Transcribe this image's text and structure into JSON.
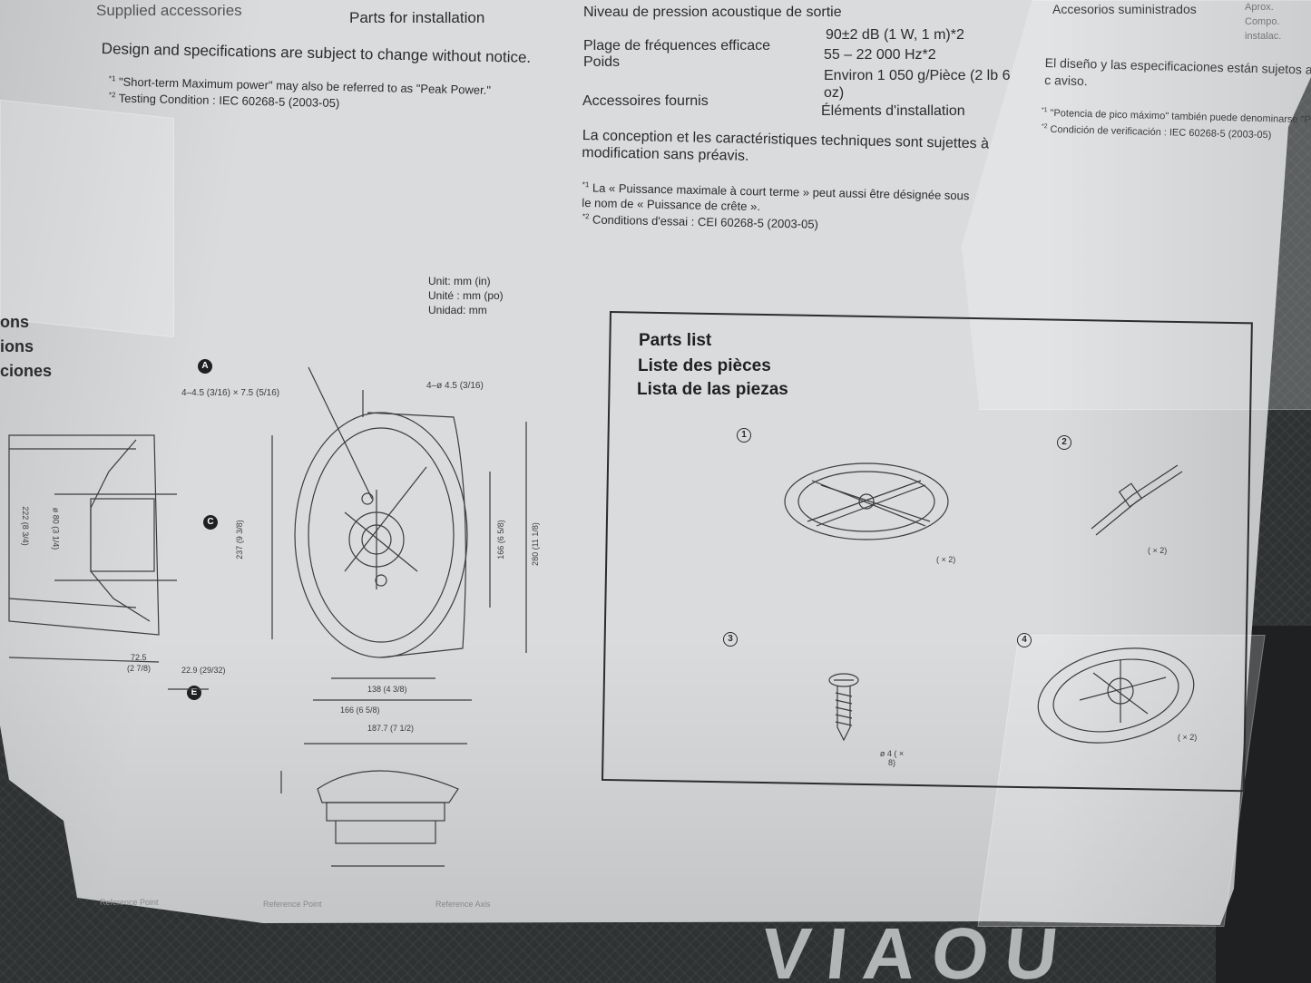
{
  "photo": {
    "subject": "Back of a speaker box with specifications and parts list",
    "floor_logo_text": "VIAOU"
  },
  "english": {
    "supplied_label": "Supplied accessories",
    "supplied_value": "Parts for installation",
    "change_notice": "Design and specifications are subject to change without notice.",
    "note1_mark": "*1",
    "note1": "\"Short-term Maximum power\" may also be referred to as \"Peak Power.\"",
    "note2_mark": "*2",
    "note2": "Testing Condition : IEC 60268-5 (2003-05)"
  },
  "french": {
    "spl_label": "Niveau de pression acoustique de sortie",
    "spl_value": "90±2 dB (1 W, 1 m)*2",
    "freq_label": "Plage de fréquences efficace",
    "freq_value": "55 – 22 000 Hz*2",
    "weight_label": "Poids",
    "weight_value": "Environ 1 050 g/Pièce (2 lb 6 oz)",
    "accessories_label": "Accessoires fournis",
    "accessories_value": "Éléments d'installation",
    "change_notice": "La conception et les caractéristiques techniques sont sujettes à modification sans préavis.",
    "note1_mark": "*1",
    "note1": "La « Puissance maximale à court terme » peut aussi être désignée sous le nom de « Puissance de crête ».",
    "note2_mark": "*2",
    "note2": "Conditions d'essai : CEI 60268-5 (2003-05)"
  },
  "spanish": {
    "accessories_label": "Accesorios suministrados",
    "side_cut": "Aprox. Compo. instalac.",
    "change_notice": "El diseño y las especificaciones están sujetos a c aviso.",
    "note1_mark": "*1",
    "note1": "\"Potencia de pico máximo\" también puede denominarse \"P",
    "note2_mark": "*2",
    "note2": "Condición de verificación : IEC 60268-5 (2003-05)"
  },
  "dimensions": {
    "unit_en": "Unit: mm (in)",
    "unit_fr": "Unité : mm (po)",
    "unit_es": "Unidad: mm",
    "side_headings": [
      "ons",
      "ions",
      "ciones"
    ],
    "marker_a": "A",
    "marker_c": "C",
    "marker_e": "E",
    "hole_slot": "4–4.5 (3/16) × 7.5 (5/16)",
    "hole_round": "4–ø 4.5 (3/16)",
    "dim_237": "237 (9 3/8)",
    "dim_166_v": "166 (6 5/8)",
    "dim_280": "280 (11 1/8)",
    "dim_138": "138 (4 3/8)",
    "dim_166_h": "166 (6 5/8)",
    "dim_187": "187.7 (7 1/2)",
    "dim_72": "72.5",
    "dim_72_in": "(2 7/8)",
    "dim_22": "22.9 (29/32)",
    "dim_222": "222 (8 3/4)",
    "dim_80": "ø 80 (3 1/4)",
    "reference_labels": [
      "Reference Point",
      "Reference Point",
      "Reference Axis"
    ]
  },
  "parts_list": {
    "title_en": "Parts list",
    "title_fr": "Liste des pièces",
    "title_es": "Lista de las piezas",
    "items": [
      {
        "num": "1",
        "qty": "( × 2)"
      },
      {
        "num": "2",
        "qty": "( × 2)"
      },
      {
        "num": "3",
        "qty": "ø 4 ( × 8)"
      },
      {
        "num": "4",
        "qty": "( × 2)"
      }
    ]
  }
}
